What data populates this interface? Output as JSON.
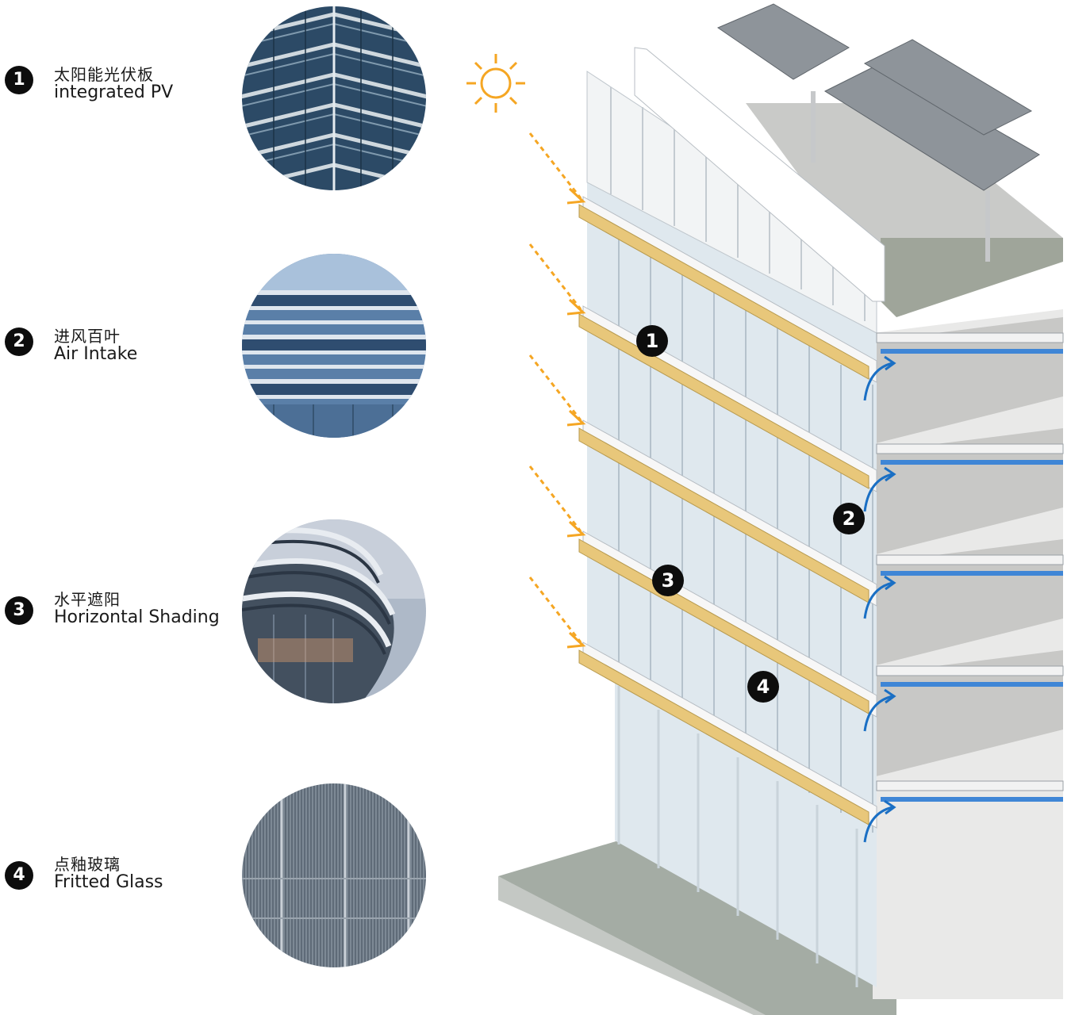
{
  "legend": [
    {
      "number": "1",
      "label_cn": "太阳能光伏板",
      "label_en": "integrated PV"
    },
    {
      "number": "2",
      "label_cn": "进风百叶",
      "label_en": "Air Intake"
    },
    {
      "number": "3",
      "label_cn": "水平遮阳",
      "label_en": "Horizontal Shading"
    },
    {
      "number": "4",
      "label_cn": "点釉玻璃",
      "label_en": "Fritted Glass"
    }
  ],
  "callouts": [
    "1",
    "2",
    "3",
    "4"
  ],
  "colors": {
    "sun": "#f5a623",
    "airflow": "#1a6fc4",
    "pv_panel": "#e8c77a",
    "badge": "#0d0d0d"
  },
  "icons": {
    "sun": "sun-icon",
    "sunlight_arrow": "dashed-arrow-icon",
    "airflow_arrow": "curved-arrow-icon"
  }
}
